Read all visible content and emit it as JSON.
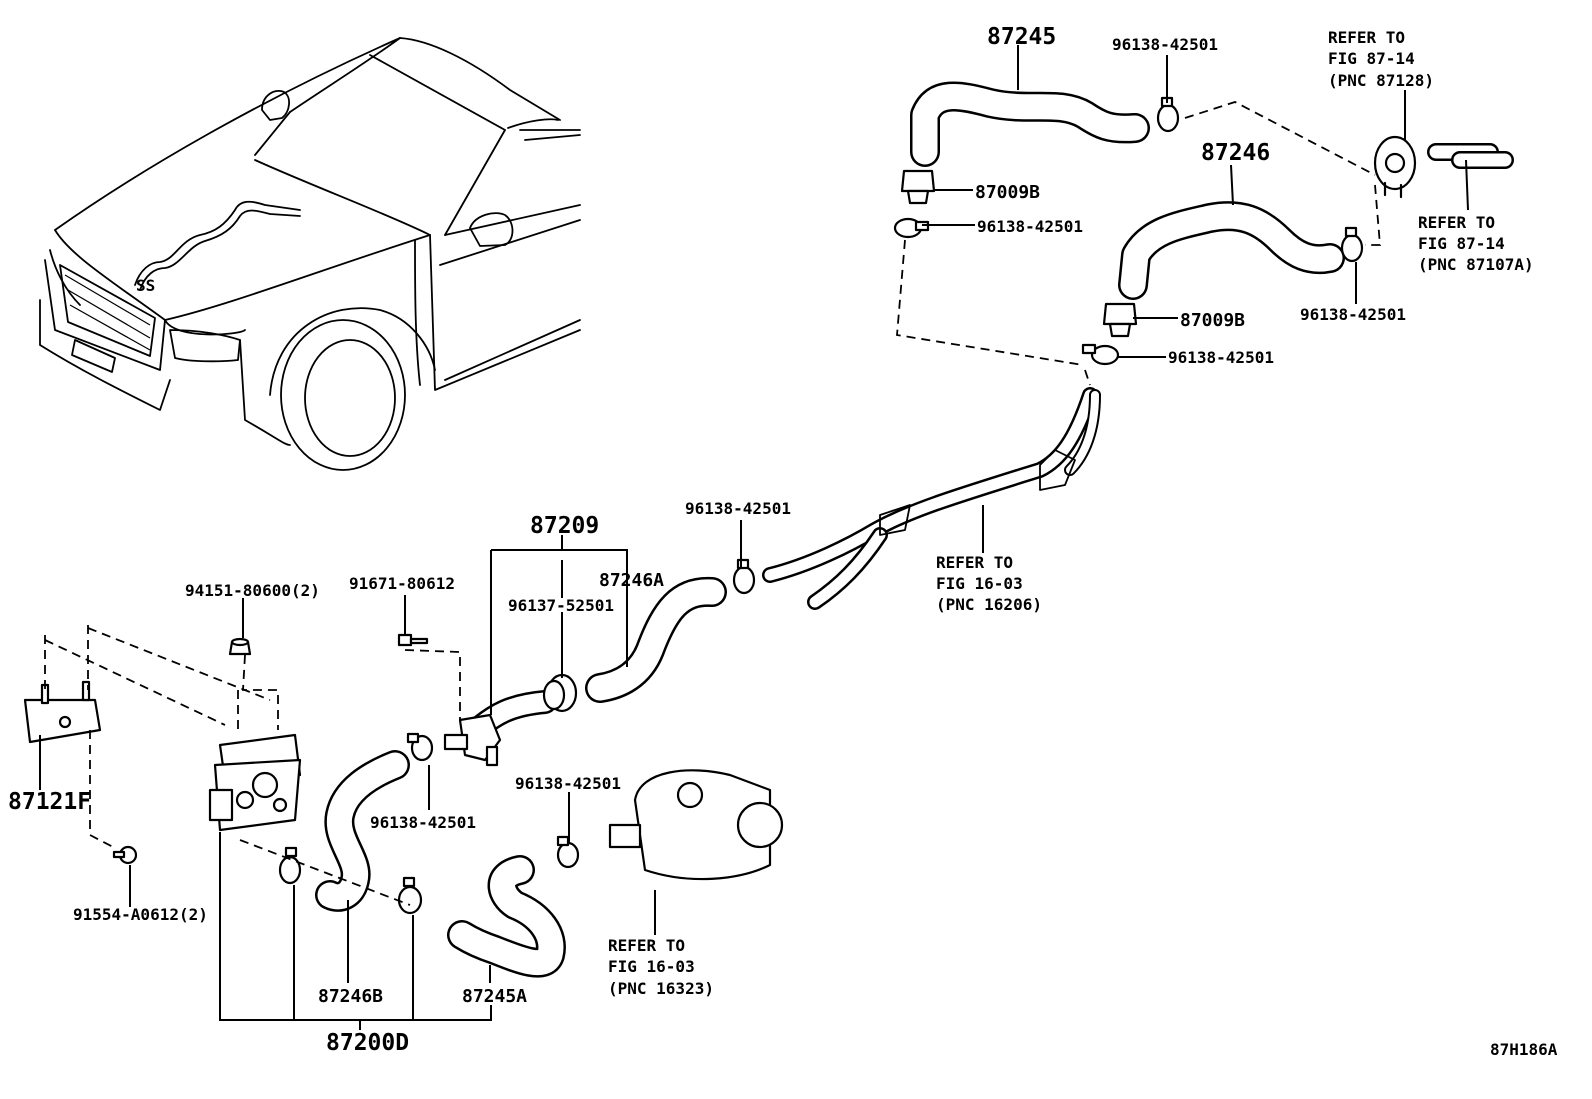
{
  "labels": {
    "p87245": "87245",
    "p96138_a": "96138-42501",
    "refer_87128": [
      "REFER TO",
      "FIG 87-14",
      "(PNC 87128)"
    ],
    "p87246": "87246",
    "p87009B_a": "87009B",
    "p96138_b": "96138-42501",
    "refer_87107A": [
      "REFER TO",
      "FIG 87-14",
      "(PNC 87107A)"
    ],
    "p87009B_b": "87009B",
    "p96138_c": "96138-42501",
    "p96138_d": "96138-42501",
    "p96138_e": "96138-42501",
    "refer_16206": [
      "REFER TO",
      "FIG 16-03",
      "(PNC 16206)"
    ],
    "p87209": "87209",
    "p87246A": "87246A",
    "p96137": "96137-52501",
    "p94151": "94151-80600(2)",
    "p91671": "91671-80612",
    "p87121F": "87121F",
    "p96138_f": "96138-42501",
    "p96138_g": "96138-42501",
    "refer_16323": [
      "REFER TO",
      "FIG 16-03",
      "(PNC 16323)"
    ],
    "p91554": "91554-A0612(2)",
    "p87246B": "87246B",
    "p87245A": "87245A",
    "p87200D": "87200D",
    "figure_code": "87H186A"
  }
}
